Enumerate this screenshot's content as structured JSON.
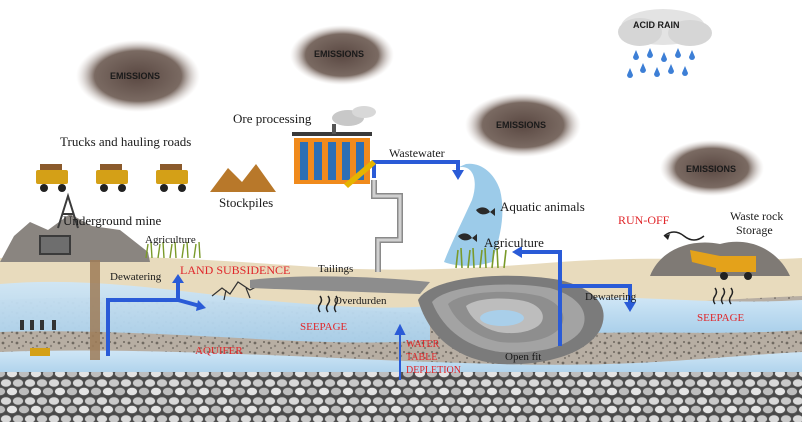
{
  "labels": {
    "emissions": "EMISSIONS",
    "acid_rain": "ACID RAIN",
    "trucks": "Trucks and hauling roads",
    "ore_processing": "Ore processing",
    "wastewater": "Wastewater",
    "stockpiles": "Stockpiles",
    "aquatic_animals": "Aquatic animals",
    "underground_mine": "Underground mine",
    "agriculture": "Agriculture",
    "run_off": "RUN-OFF",
    "waste_rock_line1": "Waste rock",
    "waste_rock_line2": "Storage",
    "tailings": "Tailings",
    "dewatering": "Dewatering",
    "land_subsidence": "LAND SUBSIDENCE",
    "overburden": "Overdurden",
    "seepage": "SEEPAGE",
    "aquifer": "AQUIFER",
    "water_table_line1": "WATER",
    "water_table_line2": "TABLE",
    "water_table_line3": "DEPLETION",
    "open_pit": "Open fit"
  },
  "colors": {
    "sky": "#ffffff",
    "cloud": "#6b5a52",
    "soil": "#e9dcc0",
    "gravel": "#b9b0a5",
    "water": "#b9d9ef",
    "pipe_arrow": "#2a5bd7",
    "warning_red": "#e0262a",
    "truck": "#d4a017",
    "plant": "#f28c1e",
    "pit": "#8c8c8c"
  }
}
